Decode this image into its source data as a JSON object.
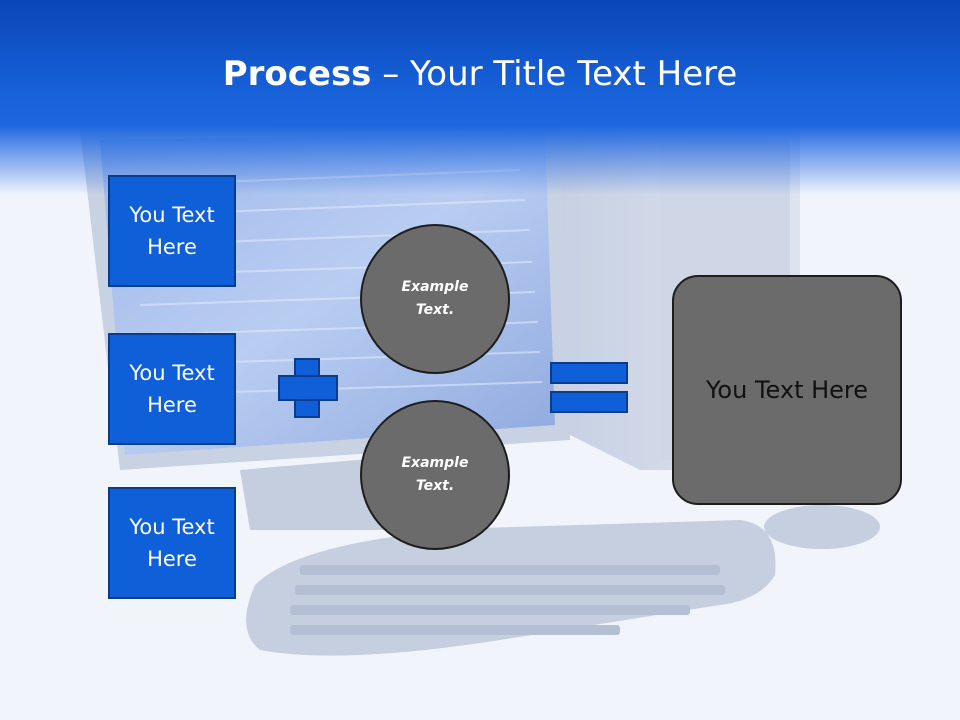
{
  "title": {
    "bold": "Process",
    "rest": " – Your Title Text Here"
  },
  "left_boxes": [
    {
      "label": "You Text Here"
    },
    {
      "label": "You Text Here"
    },
    {
      "label": "You Text Here"
    }
  ],
  "circles": [
    {
      "label": "Example Text."
    },
    {
      "label": "Example Text."
    }
  ],
  "result": {
    "label": "You Text Here"
  },
  "colors": {
    "header_blue": "#1660d8",
    "box_blue": "#0e5fd8",
    "box_border": "#0a3c8c",
    "shape_gray": "#6b6b6b"
  },
  "icons": [
    "plus-sign",
    "equals-sign",
    "computer-background-photo"
  ]
}
